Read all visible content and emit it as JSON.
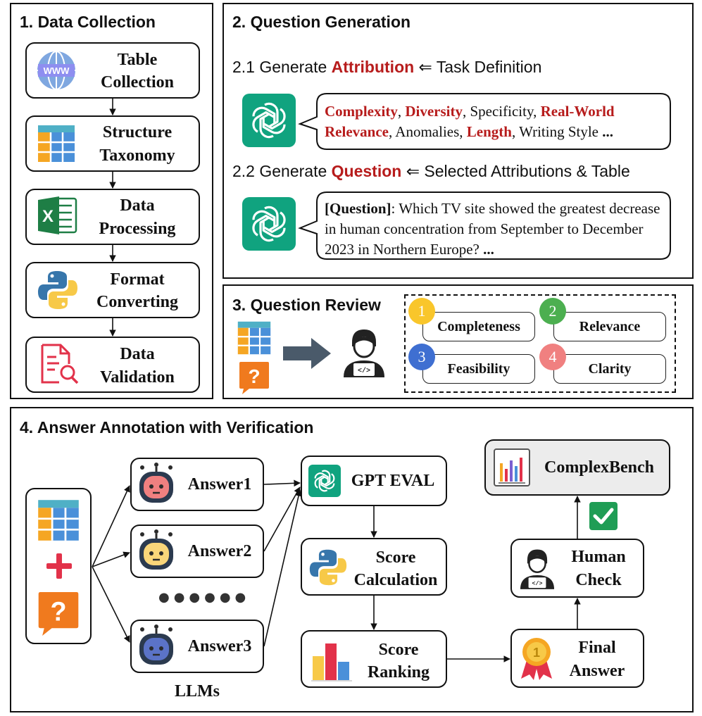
{
  "panel1": {
    "title": "1. Data Collection",
    "steps": [
      {
        "line1": "Table",
        "line2": "Collection",
        "icon": "www-globe-icon"
      },
      {
        "line1": "Structure",
        "line2": "Taxonomy",
        "icon": "table-icon"
      },
      {
        "line1": "Data",
        "line2": "Processing",
        "icon": "excel-icon"
      },
      {
        "line1": "Format",
        "line2": "Converting",
        "icon": "python-icon"
      },
      {
        "line1": "Data",
        "line2": "Validation",
        "icon": "document-search-icon"
      }
    ]
  },
  "panel2": {
    "title": "2. Question Generation",
    "sub1": {
      "prefix": "2.1 Generate ",
      "keyword": "Attribution",
      "suffix": " ⇐ Task Definition"
    },
    "bubble1": {
      "parts": [
        {
          "text": "Complexity",
          "red": true
        },
        {
          "text": ", ",
          "red": false
        },
        {
          "text": "Diversity",
          "red": true
        },
        {
          "text": ", Specificity, ",
          "red": false
        },
        {
          "text": "Real-World Relevance",
          "red": true
        },
        {
          "text": ", Anomalies, ",
          "red": false
        },
        {
          "text": "Length",
          "red": true
        },
        {
          "text": ", Writing Style ",
          "red": false
        },
        {
          "text": "...",
          "red": false,
          "bold": true
        }
      ]
    },
    "sub2": {
      "prefix": "2.2 Generate ",
      "keyword": "Question",
      "suffix": " ⇐ Selected Attributions & Table"
    },
    "bubble2": {
      "tag": "[Question]",
      "text": ": Which TV site showed the greatest decrease in human concentration from September to December 2023 in Northern Europe? ",
      "ellipsis": "..."
    },
    "icon": "chatgpt-logo-icon"
  },
  "panel3": {
    "title": "3. Question Review",
    "criteria": [
      {
        "num": "1",
        "label": "Completeness",
        "color": "#f9c62b"
      },
      {
        "num": "2",
        "label": "Relevance",
        "color": "#4caf50"
      },
      {
        "num": "3",
        "label": "Feasibility",
        "color": "#3f6fd1"
      },
      {
        "num": "4",
        "label": "Clarity",
        "color": "#f08080"
      }
    ]
  },
  "panel4": {
    "title": "4. Answer Annotation with Verification",
    "answers": [
      "Answer1",
      "Answer2",
      "Answer3"
    ],
    "dots": "●●●●●●",
    "llms_label": "LLMs",
    "gpt_eval": "GPT EVAL",
    "score_calc": {
      "line1": "Score",
      "line2": "Calculation"
    },
    "score_rank": {
      "line1": "Score",
      "line2": "Ranking"
    },
    "final_answer": {
      "line1": "Final",
      "line2": "Answer"
    },
    "human_check": {
      "line1": "Human",
      "line2": "Check"
    },
    "complexbench": "ComplexBench",
    "colors": {
      "answer1_robot": "#f08080",
      "answer2_robot": "#f9d67a",
      "answer3_robot": "#5b73c7",
      "check": "#1f9d55"
    }
  }
}
